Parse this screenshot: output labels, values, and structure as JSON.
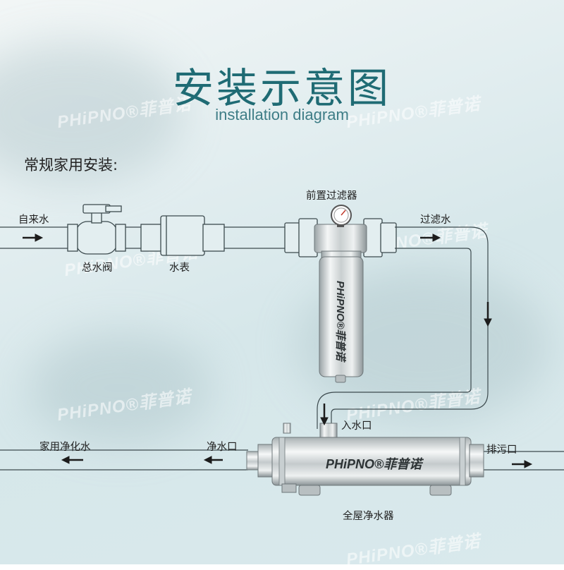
{
  "header": {
    "title": "安装示意图",
    "subtitle": "installation diagram",
    "section_title": "常规家用安装:"
  },
  "brand": {
    "logo_text": "PHiPNO®菲普诺",
    "product_mark": "PHiPNO®菲普诺"
  },
  "labels": {
    "inlet_water": "自来水",
    "main_valve": "总水阀",
    "water_meter": "水表",
    "pre_filter": "前置过滤器",
    "filtered_water": "过滤水",
    "water_inlet_port": "入水口",
    "purified_outlet_port": "净水口",
    "household_water": "家用净化水",
    "drain_port": "排污口",
    "whole_house_purifier": "全屋净水器"
  },
  "colors": {
    "title": "#1f6b74",
    "subtitle": "#3e7d86",
    "pipe_stroke": "#3c4a4e",
    "arrow": "#1c1c1c"
  }
}
